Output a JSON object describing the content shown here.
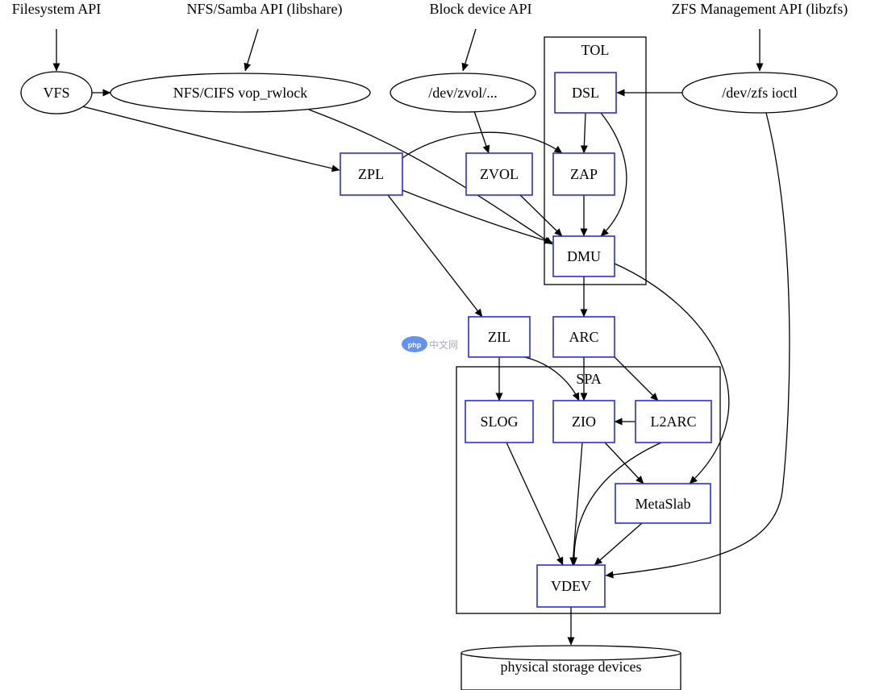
{
  "apis": {
    "filesystem": "Filesystem API",
    "nfs_samba": "NFS/Samba API (libshare)",
    "block_device": "Block device API",
    "zfs_management": "ZFS Management API (libzfs)"
  },
  "clusters": {
    "tol": "TOL",
    "spa": "SPA"
  },
  "nodes": {
    "vfs": "VFS",
    "nfs_cifs": "NFS/CIFS vop_rwlock",
    "dev_zvol": "/dev/zvol/...",
    "dev_zfs": "/dev/zfs ioctl",
    "dsl": "DSL",
    "zpl": "ZPL",
    "zvol": "ZVOL",
    "zap": "ZAP",
    "dmu": "DMU",
    "zil": "ZIL",
    "arc": "ARC",
    "slog": "SLOG",
    "zio": "ZIO",
    "l2arc": "L2ARC",
    "metaslab": "MetaSlab",
    "vdev": "VDEV",
    "physical": "physical storage devices"
  },
  "watermark": {
    "logo": "php",
    "text": "中文网"
  },
  "colors": {
    "box_stroke": "#2b2be0",
    "line": "#000000",
    "watermark_logo": "#4a7ff0"
  }
}
